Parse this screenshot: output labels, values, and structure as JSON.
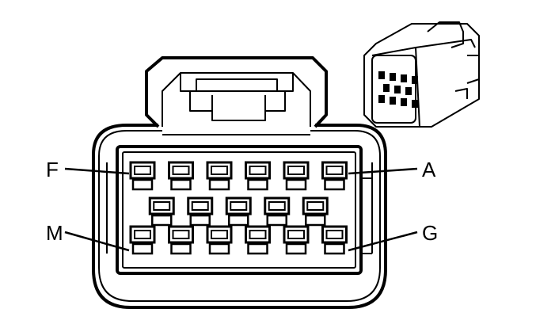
{
  "labels": {
    "top_left": "F",
    "top_right": "A",
    "bottom_left": "M",
    "bottom_right": "G"
  },
  "pins": {
    "top_row_count": 6,
    "middle_row_count": 5,
    "bottom_row_count": 6
  }
}
